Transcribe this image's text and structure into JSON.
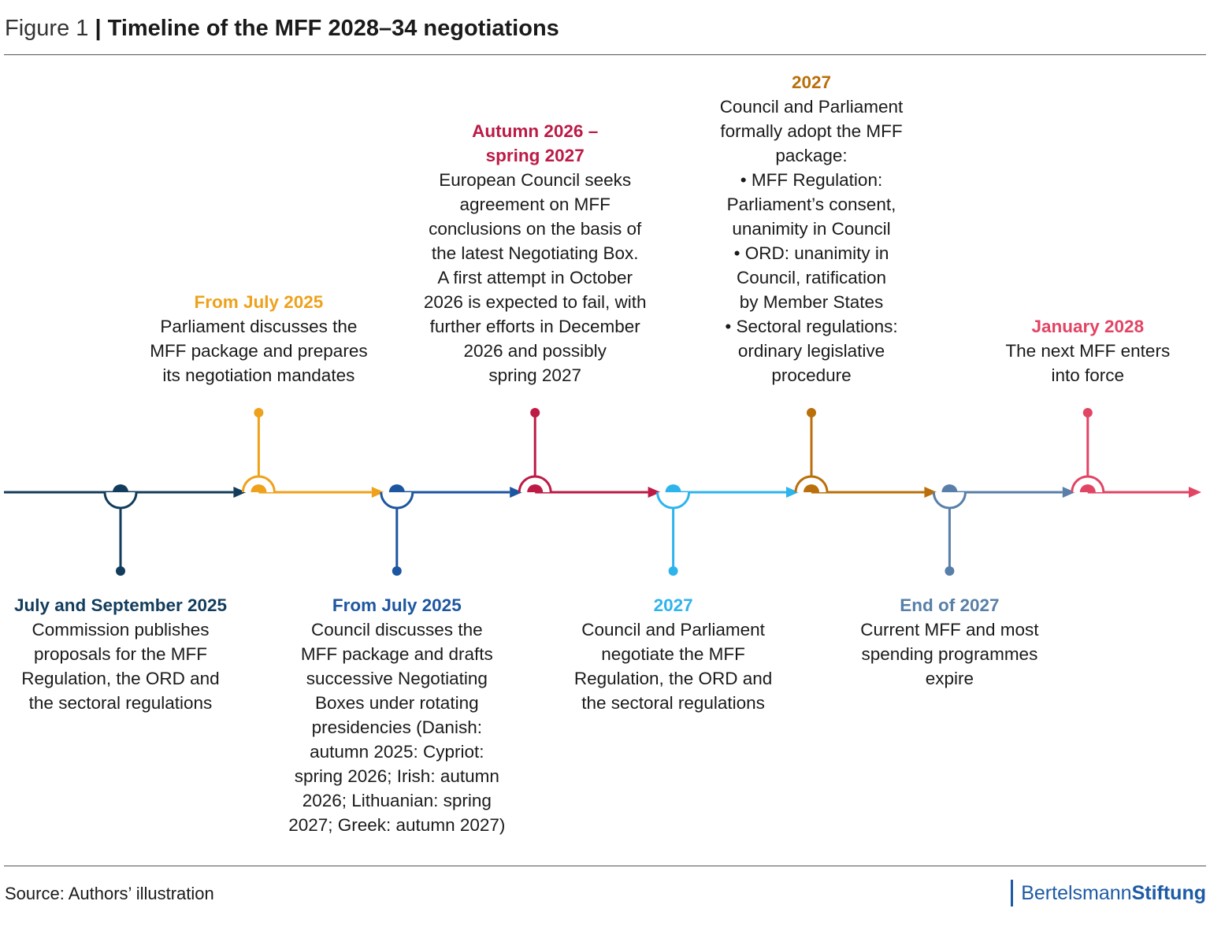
{
  "header": {
    "figure_label": "Figure 1",
    "separator": "|",
    "title": "Timeline of the MFF 2028–34 negotiations"
  },
  "timeline": {
    "events": [
      {
        "date": "July and September 2025",
        "position": "below",
        "color": "#123c5c",
        "desc": "Commission publishes\nproposals for the MFF\nRegulation, the ORD and\nthe sectoral regulations"
      },
      {
        "date": "From July 2025",
        "position": "above",
        "color": "#eea11b",
        "desc": "Parliament discusses the\nMFF package and prepares\nits negotiation mandates"
      },
      {
        "date": "From July 2025",
        "position": "below",
        "color": "#1d56a0",
        "desc": "Council discusses the\nMFF package and drafts\nsuccessive Negotiating\nBoxes under rotating\npresidencies (Danish:\nautumn 2025: Cypriot:\nspring 2026; Irish: autumn\n2026; Lithuanian: spring\n2027; Greek: autumn 2027)"
      },
      {
        "date": "Autumn 2026 –\nspring 2027",
        "position": "above",
        "color": "#bd1a45",
        "desc": "European Council seeks\nagreement on MFF\nconclusions on the basis of\nthe latest Negotiating Box.\nA first attempt in October\n2026 is expected to fail, with\nfurther efforts in December\n2026 and possibly\nspring 2027"
      },
      {
        "date": "2027",
        "position": "below",
        "color": "#2eb4ed",
        "desc": "Council and Parliament\nnegotiate the MFF\nRegulation, the ORD and\nthe sectoral regulations"
      },
      {
        "date": "2027",
        "position": "above",
        "color": "#b96f0a",
        "desc": "Council and Parliament\nformally adopt the MFF\npackage:\n• MFF Regulation:\nParliament’s consent,\nunanimity in Council\n• ORD: unanimity in\nCouncil, ratification\nby Member States\n• Sectoral regulations:\nordinary legislative\nprocedure"
      },
      {
        "date": "End of 2027",
        "position": "below",
        "color": "#587fa8",
        "desc": "Current MFF and most\nspending programmes\nexpire"
      },
      {
        "date": "January 2028",
        "position": "above",
        "color": "#e24464",
        "desc": "The next MFF enters\ninto force"
      }
    ]
  },
  "footer": {
    "source": "Source: Authors’ illustration",
    "logo_regular": "Bertelsmann",
    "logo_bold": "Stiftung"
  }
}
